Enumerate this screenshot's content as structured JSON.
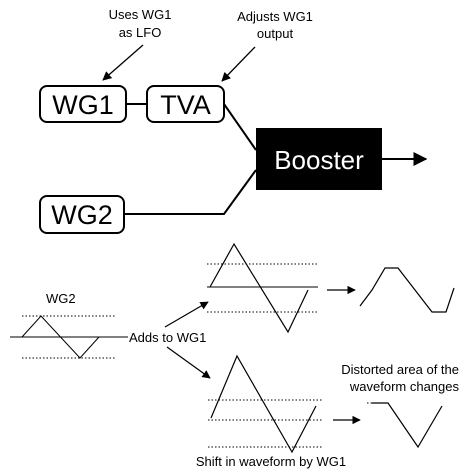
{
  "annotations": {
    "wg1_lfo": [
      "Uses WG1",
      "as LFO"
    ],
    "tva_adjust": [
      "Adjusts WG1",
      "output"
    ],
    "wg2_small": "WG2",
    "adds_to": "Adds to WG1",
    "distorted": [
      "Distorted area of the",
      "waveform changes"
    ],
    "shift": "Shift in waveform by WG1"
  },
  "blocks": {
    "wg1": "WG1",
    "tva": "TVA",
    "wg2": "WG2",
    "booster": "Booster"
  },
  "colors": {
    "booster_fill": "#000000",
    "booster_text": "#ffffff",
    "stroke": "#000000"
  }
}
